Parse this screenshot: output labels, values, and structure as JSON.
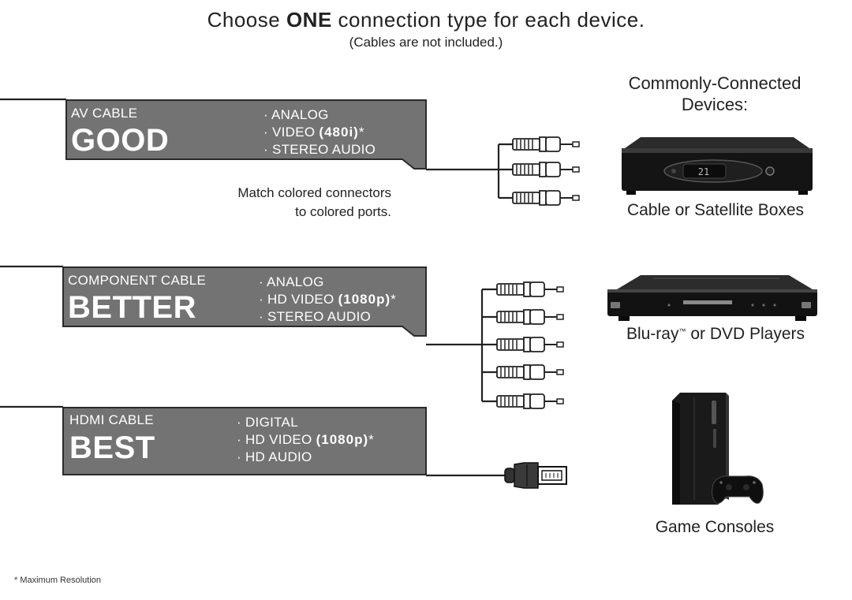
{
  "header": {
    "title_pre": "Choose",
    "title_bold": "ONE",
    "title_post": "connection type for each device.",
    "subtitle": "(Cables are not included.)"
  },
  "cables": [
    {
      "label": "AV CABLE",
      "grade": "GOOD",
      "features": [
        {
          "text": "ANALOG",
          "bold": "",
          "suffix": ""
        },
        {
          "text": "VIDEO",
          "bold": "(480i)",
          "suffix": "*"
        },
        {
          "text": "STEREO AUDIO",
          "bold": "",
          "suffix": ""
        }
      ],
      "connector_count": 3,
      "connector": "rca"
    },
    {
      "label": "COMPONENT CABLE",
      "grade": "BETTER",
      "features": [
        {
          "text": "ANALOG",
          "bold": "",
          "suffix": ""
        },
        {
          "text": "HD VIDEO",
          "bold": "(1080p)",
          "suffix": "*"
        },
        {
          "text": "STEREO AUDIO",
          "bold": "",
          "suffix": ""
        }
      ],
      "connector_count": 5,
      "connector": "rca"
    },
    {
      "label": "HDMI CABLE",
      "grade": "BEST",
      "features": [
        {
          "text": "DIGITAL",
          "bold": "",
          "suffix": ""
        },
        {
          "text": "HD VIDEO",
          "bold": "(1080p)",
          "suffix": "*"
        },
        {
          "text": "HD AUDIO",
          "bold": "",
          "suffix": ""
        }
      ],
      "connector_count": 1,
      "connector": "hdmi"
    }
  ],
  "note": {
    "line1": "Match colored connectors",
    "line2": "to colored ports."
  },
  "devices": {
    "heading_line1": "Commonly-Connected",
    "heading_line2": "Devices:",
    "items": [
      {
        "caption": "Cable or Satellite Boxes",
        "icon": "cable-box-icon",
        "display": "21"
      },
      {
        "caption_pre": "Blu-ray",
        "caption_tm": "™",
        "caption_post": " or DVD Players",
        "icon": "bluray-player-icon"
      },
      {
        "caption": "Game Consoles",
        "icon": "game-console-icon"
      }
    ]
  },
  "footnote": "* Maximum Resolution",
  "colors": {
    "panel": "#737373",
    "panel_edge": "#2a2a2a",
    "wire": "#222222",
    "device": "#141414"
  }
}
